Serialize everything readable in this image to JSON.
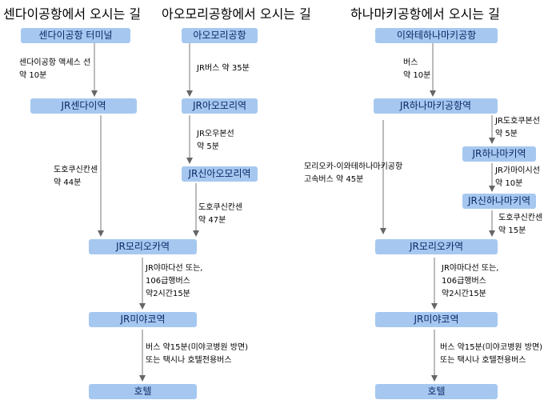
{
  "titles": {
    "sendai": "센다이공항에서 오시는 길",
    "aomori": "아오모리공항에서 오시는 길",
    "hanamaki": "하나마키공항에서 오시는 길"
  },
  "sendai": {
    "n1": "센다이공항 터미널",
    "l1": "센다이공항 액세스 선\n약 10분",
    "n2": "JR센다이역",
    "l2": "도호쿠신칸센\n약 44분"
  },
  "aomori": {
    "n1": "아오모리공항",
    "l1": "JR버스 약 35분",
    "n2": "JR아오모리역",
    "l2": "JR오우본선\n약 5분",
    "n3": "JR신아오모리역",
    "l3": "도호쿠신칸센\n약 47분"
  },
  "left_common": {
    "n1": "JR모리오카역",
    "l1": "JR야마다선 또는,\n106급행버스\n약2시간15분",
    "n2": "JR미야코역",
    "l2": "버스 약15분(미야코병원 방면)\n또는 택시나 호텔전용버스",
    "n3": "호텔"
  },
  "hanamaki": {
    "n1": "이와테하나마키공항",
    "l1": "버스\n약 10분",
    "n2": "JR하나마키공항역",
    "lb": "JR도호쿠본선\n약 5분",
    "nb1": "JR하나마키역",
    "lb2": "JR가마이시선\n약 10분",
    "nb2": "JR신하나마키역",
    "lb3": "도호쿠신칸센\n약 15분",
    "la": "모리오카-이와테하나마키공항\n고속버스 약 45분",
    "n3": "JR모리오카역",
    "l3": "JR야마다선 또는,\n106급행버스\n약2시간15분",
    "n4": "JR미야코역",
    "l4": "버스 약15분(미야코병원 방면)\n또는 택시나 호텔전용버스",
    "n5": "호텔"
  }
}
